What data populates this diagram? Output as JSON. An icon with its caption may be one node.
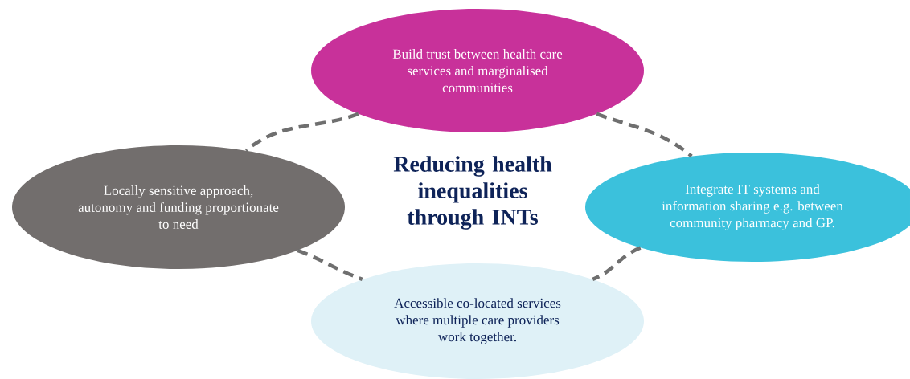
{
  "diagram": {
    "title": "Reducing health inequalities through INTs",
    "nodes": [
      {
        "text": [
          "Build trust between health care services and marginalised communities"
        ]
      },
      {
        "text": [
          "Locally sensitive approach, autonomy and funding proportionate to need"
        ]
      },
      {
        "text": [
          "Integrate IT systems and information sharing e.g. between community pharmacy and GP."
        ]
      },
      {
        "text": [
          "Accessible co-located services where multiple care providers work together."
        ]
      }
    ],
    "edges": [
      {
        "from": 0,
        "to": 1,
        "arrow": "none",
        "style": "dashed"
      },
      {
        "from": 0,
        "to": 2,
        "arrow": "none",
        "style": "dashed"
      },
      {
        "from": 1,
        "to": 3,
        "arrow": "none",
        "style": "dashed"
      },
      {
        "from": 2,
        "to": 3,
        "arrow": "none",
        "style": "dashed"
      }
    ]
  }
}
